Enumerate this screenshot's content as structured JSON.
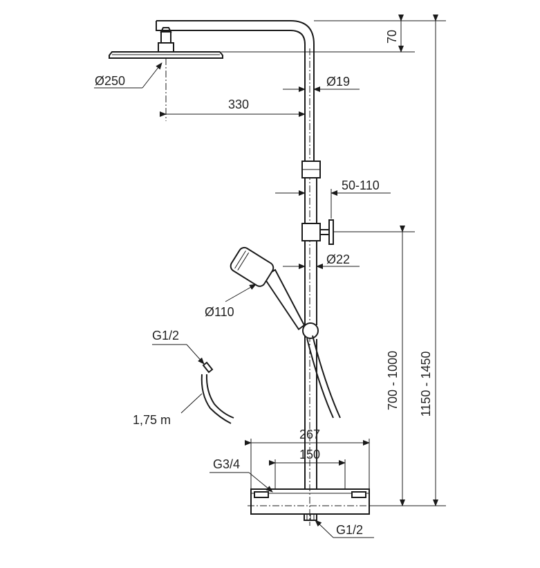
{
  "labels": {
    "d_head": "Ø250",
    "arm_depth": "330",
    "arm_height": "70",
    "pipe_upper": "Ø19",
    "holder_range": "50-110",
    "pipe_lower": "Ø22",
    "hand_shower": "Ø110",
    "hose_thread": "G1/2",
    "hose_length": "1,75 m",
    "mixer_width": "267",
    "inlet_spacing": "150",
    "inlet_thread": "G3/4",
    "outlet_thread": "G1/2",
    "holder_height": "700 - 1000",
    "total_height": "1150 - 1450"
  }
}
